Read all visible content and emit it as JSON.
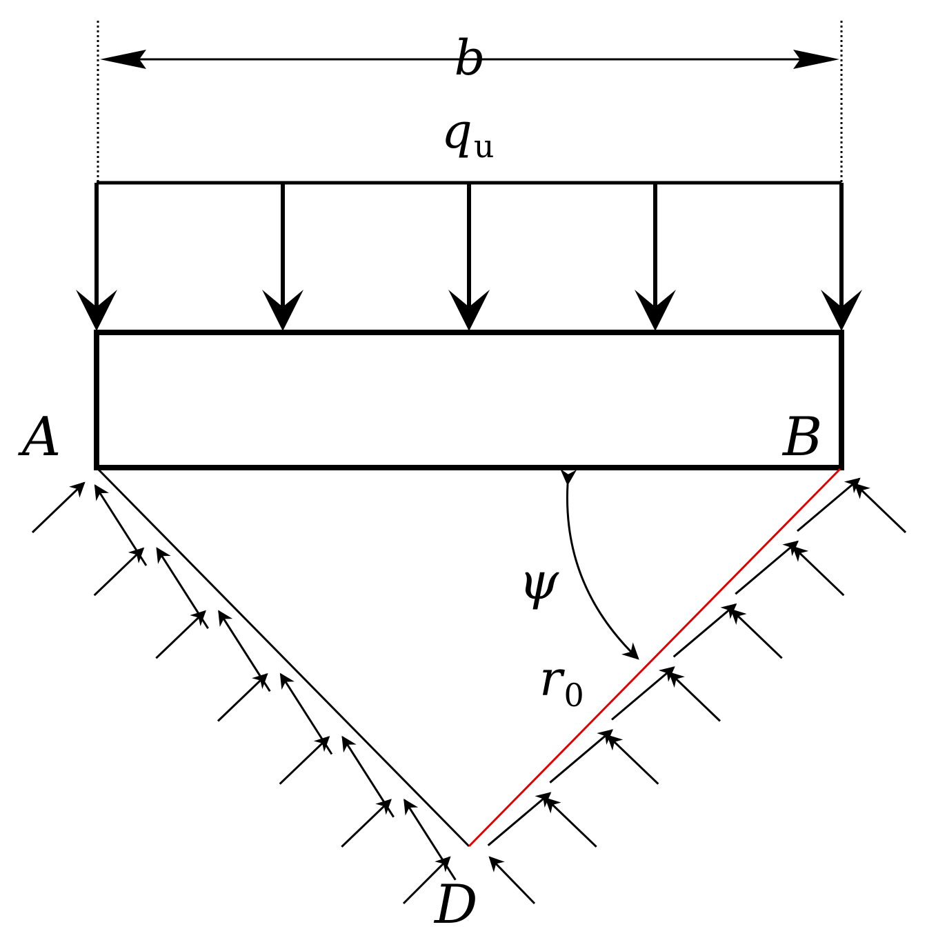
{
  "labels": {
    "width": "b",
    "load": "q",
    "load_sub": "u",
    "corner_left": "A",
    "corner_right": "B",
    "apex": "D",
    "angle": "ψ",
    "radius": "r",
    "radius_sub": "0"
  },
  "colors": {
    "stroke": "#000000",
    "failure_line": "#e00000"
  },
  "icons": {
    "load_arrows": "arrow-down",
    "reaction_arrows": "arrow-up-right"
  },
  "counts": {
    "load_arrows": 5
  }
}
